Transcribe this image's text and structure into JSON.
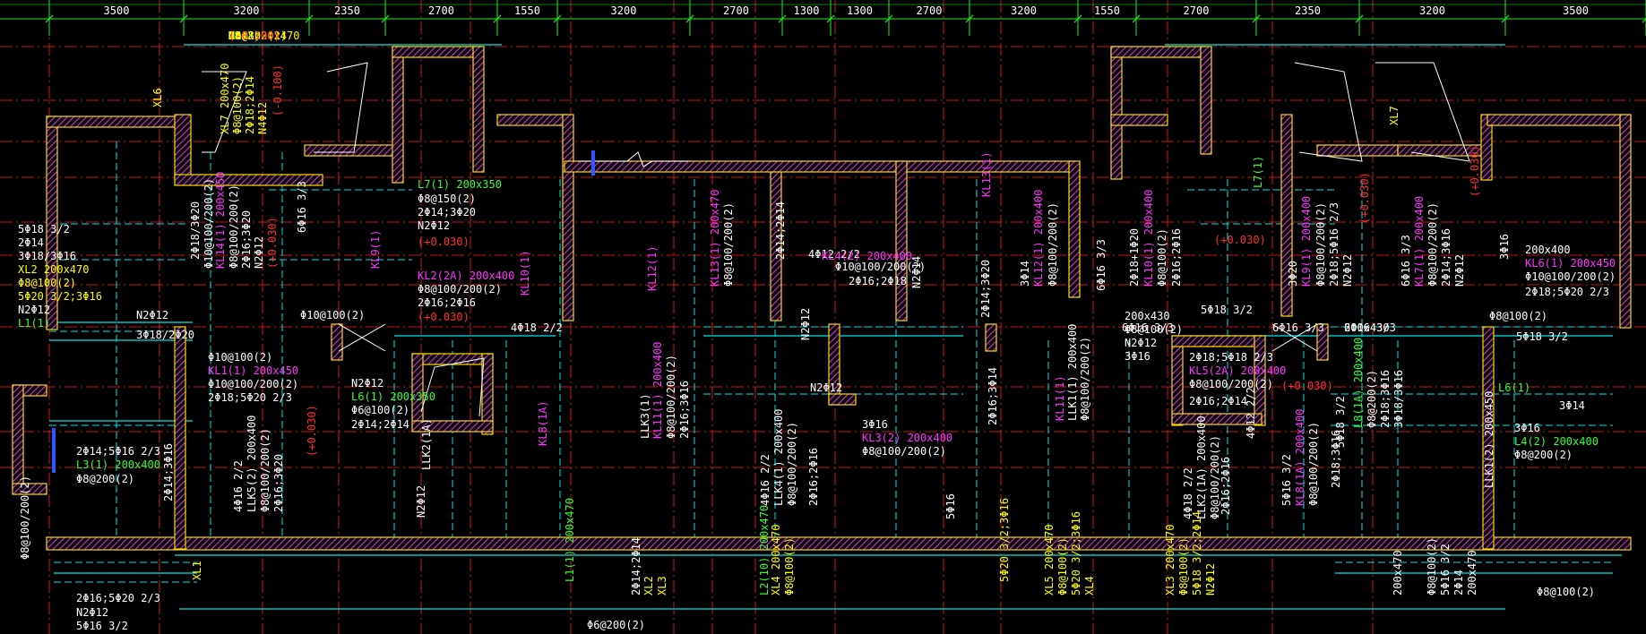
{
  "colors": {
    "background": "#000000",
    "axis": "#ff2020",
    "dimension": "#22ee22",
    "wall_outline": "#ffdd00",
    "wall_hatch": "#cc33cc",
    "beam": "#00e5e5",
    "label_magenta": "#ff33ff",
    "label_white": "#ffffff",
    "label_yellow": "#ffff00",
    "label_green": "#33ff33",
    "label_red": "#ff3030"
  },
  "dimensions": [
    "3500",
    "3200",
    "2350",
    "2700",
    "1550",
    "3200",
    "2700",
    "1300",
    "1300",
    "2700",
    "3200",
    "1550",
    "2700",
    "2350",
    "3200",
    "3500"
  ],
  "labels": [
    {
      "t": "L8(2)",
      "c": "label_green"
    },
    {
      "t": "XL6",
      "c": "label_yellow"
    },
    {
      "t": "XL7 200x470",
      "c": "label_yellow"
    },
    {
      "t": "Φ8@100(2)",
      "c": "label_yellow"
    },
    {
      "t": "2Φ18;2Φ14",
      "c": "label_yellow"
    },
    {
      "t": "N4Φ12",
      "c": "label_yellow"
    },
    {
      "t": "(-0.100)",
      "c": "label_red"
    },
    {
      "t": "XL6 200x470",
      "c": "label_yellow"
    },
    {
      "t": "Φ8@100(2)",
      "c": "label_yellow"
    },
    {
      "t": "2Φ18;2Φ14",
      "c": "label_yellow"
    },
    {
      "t": "N4Φ12",
      "c": "label_yellow"
    },
    {
      "t": "(-0.100)",
      "c": "label_red"
    },
    {
      "t": "XL7",
      "c": "label_yellow"
    },
    {
      "t": "L7(1) 200x350",
      "c": "label_green"
    },
    {
      "t": "Φ8@150(2)",
      "c": "label_white"
    },
    {
      "t": "2Φ14;3Φ20",
      "c": "label_white"
    },
    {
      "t": "N2Φ12",
      "c": "label_white"
    },
    {
      "t": "(+0.030)",
      "c": "label_red"
    },
    {
      "t": "KL14(1) 200x450",
      "c": "label_magenta"
    },
    {
      "t": "Φ8@100/200(2)",
      "c": "label_white"
    },
    {
      "t": "2Φ16;3Φ20",
      "c": "label_white"
    },
    {
      "t": "N2Φ12",
      "c": "label_white"
    },
    {
      "t": "(+0.030)",
      "c": "label_red"
    },
    {
      "t": "6Φ16 3/3",
      "c": "label_white"
    },
    {
      "t": "2Φ18/3Φ20",
      "c": "label_white"
    },
    {
      "t": "Φ10@100/200(2)",
      "c": "label_white"
    },
    {
      "t": "KL9(1)",
      "c": "label_magenta"
    },
    {
      "t": "KL2(2A) 200x400",
      "c": "label_magenta"
    },
    {
      "t": "Φ8@100/200(2)",
      "c": "label_white"
    },
    {
      "t": "2Φ16;2Φ16",
      "c": "label_white"
    },
    {
      "t": "(+0.030)",
      "c": "label_red"
    },
    {
      "t": "KL10(1)",
      "c": "label_magenta"
    },
    {
      "t": "KL12(1)",
      "c": "label_magenta"
    },
    {
      "t": "KL13(1) 200x470",
      "c": "label_magenta"
    },
    {
      "t": "Φ8@100/200(2)",
      "c": "label_white"
    },
    {
      "t": "2Φ14;2Φ14",
      "c": "label_white"
    },
    {
      "t": "4Φ12 2/2",
      "c": "label_white"
    },
    {
      "t": "KL4(2) 200x400",
      "c": "label_magenta"
    },
    {
      "t": "Φ10@100/200(2)",
      "c": "label_white"
    },
    {
      "t": "2Φ16;2Φ18",
      "c": "label_white"
    },
    {
      "t": "N2Φ14",
      "c": "label_white"
    },
    {
      "t": "KL13(1)",
      "c": "label_magenta"
    },
    {
      "t": "3Φ14",
      "c": "label_white"
    },
    {
      "t": "KL12(1) 200x400",
      "c": "label_magenta"
    },
    {
      "t": "Φ8@100/200(2)",
      "c": "label_white"
    },
    {
      "t": "2Φ14;3Φ20",
      "c": "label_white"
    },
    {
      "t": "6Φ16 3/3",
      "c": "label_white"
    },
    {
      "t": "2Φ18+1Φ20",
      "c": "label_white"
    },
    {
      "t": "KL10(1) 200x400",
      "c": "label_magenta"
    },
    {
      "t": "Φ8@100(2)",
      "c": "label_white"
    },
    {
      "t": "2Φ16;2Φ16",
      "c": "label_white"
    },
    {
      "t": "(+0.030)",
      "c": "label_red"
    },
    {
      "t": "L7(1)",
      "c": "label_green"
    },
    {
      "t": "3Φ20",
      "c": "label_white"
    },
    {
      "t": "KL9(1) 200x400",
      "c": "label_magenta"
    },
    {
      "t": "Φ8@100/200(2)",
      "c": "label_white"
    },
    {
      "t": "2Φ18;5Φ16 2/3",
      "c": "label_white"
    },
    {
      "t": "N2Φ12",
      "c": "label_white"
    },
    {
      "t": "(+0.030)",
      "c": "label_red"
    },
    {
      "t": "6Φ16 3/3",
      "c": "label_white"
    },
    {
      "t": "KL7(1) 200x400",
      "c": "label_magenta"
    },
    {
      "t": "Φ8@100/200(2)",
      "c": "label_white"
    },
    {
      "t": "2Φ14;3Φ16",
      "c": "label_white"
    },
    {
      "t": "N2Φ12",
      "c": "label_white"
    },
    {
      "t": "(+0.030)",
      "c": "label_red"
    },
    {
      "t": "3Φ16",
      "c": "label_white"
    },
    {
      "t": "200x400",
      "c": "label_white"
    },
    {
      "t": "KL6(1) 200x450",
      "c": "label_magenta"
    },
    {
      "t": "Φ10@100/200(2)",
      "c": "label_white"
    },
    {
      "t": "2Φ18;5Φ20 2/3",
      "c": "label_white"
    },
    {
      "t": "N2Φ12",
      "c": "label_white"
    },
    {
      "t": "3Φ18/2Φ20",
      "c": "label_white"
    },
    {
      "t": "Φ10@100(2)",
      "c": "label_white"
    },
    {
      "t": "4Φ18 2/2",
      "c": "label_white"
    },
    {
      "t": "6Φ16 3/3",
      "c": "label_white"
    },
    {
      "t": "200x430",
      "c": "label_white"
    },
    {
      "t": "Φ8@100(2)",
      "c": "label_white"
    },
    {
      "t": "N2Φ12",
      "c": "label_white"
    },
    {
      "t": "3Φ16",
      "c": "label_white"
    },
    {
      "t": "6Φ16 3/3",
      "c": "label_white"
    },
    {
      "t": "6Φ16 3/3",
      "c": "label_white"
    },
    {
      "t": "200x430",
      "c": "label_white"
    },
    {
      "t": "Φ8@100(2)",
      "c": "label_white"
    },
    {
      "t": "N2Φ12",
      "c": "label_white"
    },
    {
      "t": "4Φ12 2/2",
      "c": "label_white"
    },
    {
      "t": "5Φ18 3/2",
      "c": "label_white"
    },
    {
      "t": "5Φ18 3/2",
      "c": "label_white"
    },
    {
      "t": "Φ10@100(2)",
      "c": "label_white"
    },
    {
      "t": "KL1(1) 200x450",
      "c": "label_magenta"
    },
    {
      "t": "Φ10@100/200(2)",
      "c": "label_white"
    },
    {
      "t": "2Φ18;5Φ20 2/3",
      "c": "label_white"
    },
    {
      "t": "N2Φ12",
      "c": "label_white"
    },
    {
      "t": "L6(1) 200x350",
      "c": "label_green"
    },
    {
      "t": "Φ6@100(2)",
      "c": "label_white"
    },
    {
      "t": "2Φ14;2Φ14",
      "c": "label_white"
    },
    {
      "t": "(+0.030)",
      "c": "label_red"
    },
    {
      "t": "KL8(1A)",
      "c": "label_magenta"
    },
    {
      "t": "LLK3(1)",
      "c": "label_white"
    },
    {
      "t": "KL11(1) 200x400",
      "c": "label_magenta"
    },
    {
      "t": "Φ8@100/200(2)",
      "c": "label_white"
    },
    {
      "t": "2Φ16;3Φ16",
      "c": "label_white"
    },
    {
      "t": "N2Φ12",
      "c": "label_white"
    },
    {
      "t": "3Φ16",
      "c": "label_white"
    },
    {
      "t": "KL3(2) 200x400",
      "c": "label_magenta"
    },
    {
      "t": "Φ8@100/200(2)",
      "c": "label_white"
    },
    {
      "t": "2Φ16;3Φ14",
      "c": "label_white"
    },
    {
      "t": "KL11(1)",
      "c": "label_magenta"
    },
    {
      "t": "LLK1(1) 200x400",
      "c": "label_white"
    },
    {
      "t": "Φ8@100/200(2)",
      "c": "label_white"
    },
    {
      "t": "2Φ18;5Φ18 2/3",
      "c": "label_white"
    },
    {
      "t": "KL5(2A) 200x400",
      "c": "label_magenta"
    },
    {
      "t": "Φ8@100/200(2)",
      "c": "label_white"
    },
    {
      "t": "2Φ16;2Φ14",
      "c": "label_white"
    },
    {
      "t": "(+0.030)",
      "c": "label_red"
    },
    {
      "t": "L6(1)",
      "c": "label_green"
    },
    {
      "t": "3Φ14",
      "c": "label_white"
    },
    {
      "t": "3Φ16",
      "c": "label_white"
    },
    {
      "t": "L4(2) 200x400",
      "c": "label_green"
    },
    {
      "t": "Φ8@200(2)",
      "c": "label_white"
    },
    {
      "t": "2Φ14;5Φ16 2/3",
      "c": "label_white"
    },
    {
      "t": "L3(1) 200x400",
      "c": "label_green"
    },
    {
      "t": "Φ8@200(2)",
      "c": "label_white"
    },
    {
      "t": "2Φ14;3Φ16",
      "c": "label_white"
    },
    {
      "t": "4Φ16 2/2",
      "c": "label_white"
    },
    {
      "t": "LLK5(2) 200x400",
      "c": "label_white"
    },
    {
      "t": "Φ8@100/200(2)",
      "c": "label_white"
    },
    {
      "t": "2Φ16;3Φ20",
      "c": "label_white"
    },
    {
      "t": "N2Φ12",
      "c": "label_white"
    },
    {
      "t": "LLK2(1A)",
      "c": "label_white"
    },
    {
      "t": "4Φ16 2/2",
      "c": "label_white"
    },
    {
      "t": "LLK4(1) 200x400",
      "c": "label_white"
    },
    {
      "t": "Φ8@100/200(2)",
      "c": "label_white"
    },
    {
      "t": "2Φ16;2Φ16",
      "c": "label_white"
    },
    {
      "t": "5Φ16",
      "c": "label_white"
    },
    {
      "t": "4Φ18 2/2",
      "c": "label_white"
    },
    {
      "t": "LLK2(1A) 200x400",
      "c": "label_white"
    },
    {
      "t": "Φ8@100/200(2)",
      "c": "label_white"
    },
    {
      "t": "2Φ16;2Φ16",
      "c": "label_white"
    },
    {
      "t": "5Φ16 3/2",
      "c": "label_white"
    },
    {
      "t": "KL8(1A) 200x400",
      "c": "label_magenta"
    },
    {
      "t": "Φ8@100/200(2)",
      "c": "label_white"
    },
    {
      "t": "2Φ18;3Φ16",
      "c": "label_white"
    },
    {
      "t": "5Φ18 3/2",
      "c": "label_white"
    },
    {
      "t": "L8(1A) 200x400",
      "c": "label_green"
    },
    {
      "t": "Φ8@200(2)",
      "c": "label_white"
    },
    {
      "t": "2Φ18;3Φ16",
      "c": "label_white"
    },
    {
      "t": "3Φ18/3Φ16",
      "c": "label_white"
    },
    {
      "t": "LLK1(2) 200x450",
      "c": "label_white"
    },
    {
      "t": "Φ8@100/200(2)",
      "c": "label_white"
    },
    {
      "t": "2Φ16;5Φ20 2/3",
      "c": "label_white"
    },
    {
      "t": "N2Φ12",
      "c": "label_white"
    },
    {
      "t": "5Φ16 3/2",
      "c": "label_white"
    },
    {
      "t": "XL1",
      "c": "label_yellow"
    },
    {
      "t": "L1(1) 200x470",
      "c": "label_green"
    },
    {
      "t": "Φ6@200(2)",
      "c": "label_white"
    },
    {
      "t": "2Φ14;2Φ14",
      "c": "label_white"
    },
    {
      "t": "XL2",
      "c": "label_yellow"
    },
    {
      "t": "XL3",
      "c": "label_yellow"
    },
    {
      "t": "L2(10) 200x470",
      "c": "label_green"
    },
    {
      "t": "XL4 200x470",
      "c": "label_yellow"
    },
    {
      "t": "Φ8@100(2)",
      "c": "label_yellow"
    },
    {
      "t": "5Φ20 3/2;3Φ16",
      "c": "label_yellow"
    },
    {
      "t": "XL5 200x470",
      "c": "label_yellow"
    },
    {
      "t": "Φ8@100(2)",
      "c": "label_yellow"
    },
    {
      "t": "5Φ20 3/2;3Φ16",
      "c": "label_yellow"
    },
    {
      "t": "XL4",
      "c": "label_yellow"
    },
    {
      "t": "XL3 200x470",
      "c": "label_yellow"
    },
    {
      "t": "Φ8@100(2)",
      "c": "label_yellow"
    },
    {
      "t": "5Φ18 3/2;2Φ14",
      "c": "label_yellow"
    },
    {
      "t": "N2Φ12",
      "c": "label_yellow"
    },
    {
      "t": "200x470",
      "c": "label_white"
    },
    {
      "t": "Φ8@100(2)",
      "c": "label_white"
    },
    {
      "t": "5Φ16 3/2",
      "c": "label_white"
    },
    {
      "t": "2Φ14",
      "c": "label_white"
    },
    {
      "t": "200x470",
      "c": "label_white"
    },
    {
      "t": "Φ8@100(2)",
      "c": "label_white"
    },
    {
      "t": "5Φ18 3/2",
      "c": "label_white"
    },
    {
      "t": "2Φ14",
      "c": "label_white"
    },
    {
      "t": "3Φ18/3Φ16",
      "c": "label_white"
    },
    {
      "t": "XL2 200x470",
      "c": "label_yellow"
    },
    {
      "t": "Φ8@100(2)",
      "c": "label_yellow"
    },
    {
      "t": "5Φ20 3/2;3Φ16",
      "c": "label_yellow"
    },
    {
      "t": "N2Φ12",
      "c": "label_white"
    },
    {
      "t": "L1(1)",
      "c": "label_green"
    }
  ]
}
